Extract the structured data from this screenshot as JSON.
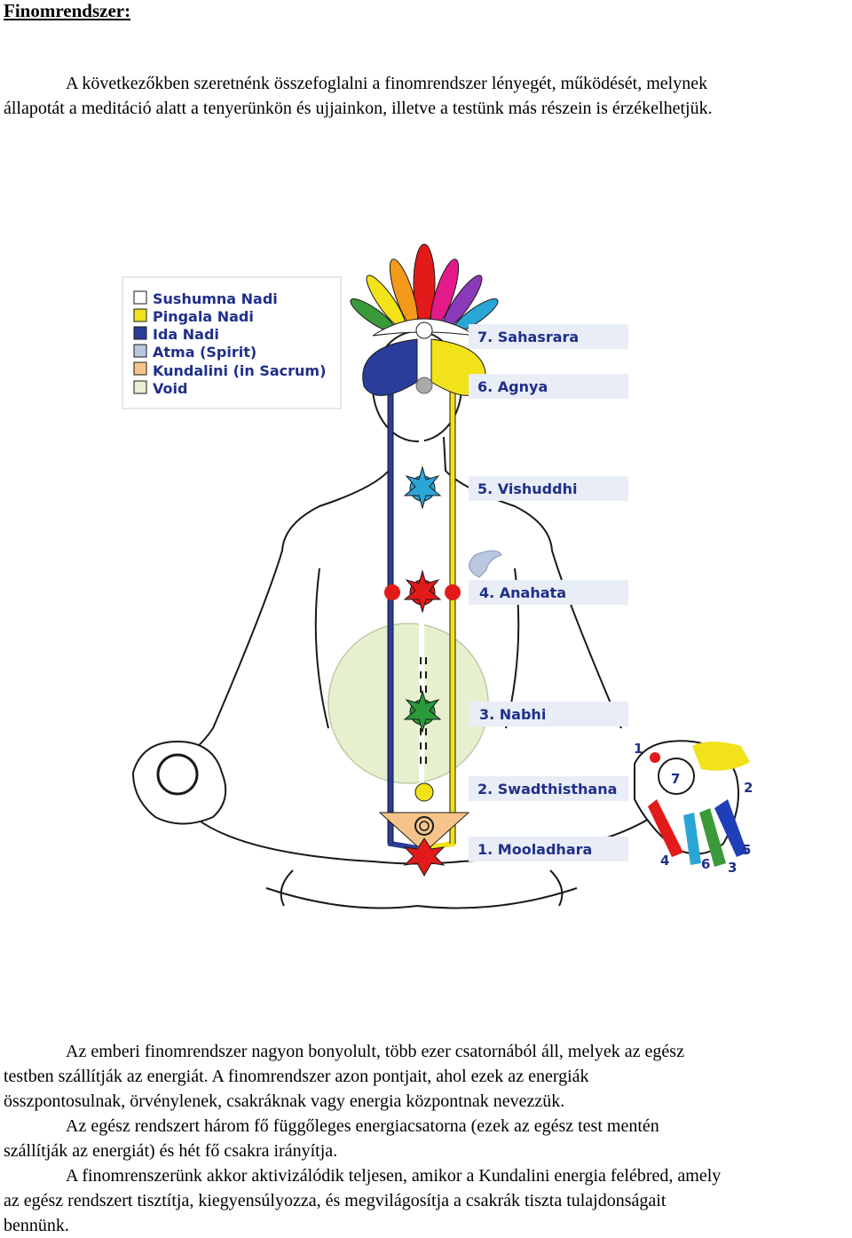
{
  "heading": "Finomrendszer:",
  "intro": {
    "lines": [
      "A következőkben szeretnénk összefoglalni a finomrendszer lényegét, működését, melynek",
      "állapotát a meditáció alatt a tenyerünkön és ujjainkon, illetve a testünk más részein is érzékelhetjük."
    ]
  },
  "legend": {
    "items": [
      {
        "label": "Sushumna Nadi",
        "color": "#ffffff"
      },
      {
        "label": "Pingala Nadi",
        "color": "#f2e21a"
      },
      {
        "label": "Ida Nadi",
        "color": "#2a3d9a"
      },
      {
        "label": "Atma (Spirit)",
        "color": "#b9c7df"
      },
      {
        "label": "Kundalini (in Sacrum)",
        "color": "#f6c48a"
      },
      {
        "label": "Void",
        "color": "#e6f0cf"
      }
    ]
  },
  "chakras": [
    {
      "label": "7. Sahasrara"
    },
    {
      "label": "6. Agnya"
    },
    {
      "label": "5. Vishuddhi"
    },
    {
      "label": "4. Anahata"
    },
    {
      "label": "3. Nabhi"
    },
    {
      "label": "2. Swadthisthana"
    },
    {
      "label": "1. Mooladhara"
    }
  ],
  "finger_numbers": {
    "palm": "7",
    "n1": "1",
    "n2": "2",
    "n3": "3",
    "n4": "4",
    "n5": "5",
    "n6": "6"
  },
  "body_text": {
    "paragraphs": [
      {
        "lines": [
          "Az emberi finomrendszer nagyon bonyolult, több ezer csatornából áll, melyek az egész",
          "testben szállítják az energiát. A finomrendszer azon pontjait, ahol ezek az energiák",
          "összpontosulnak, örvénylenek, csakráknak vagy energia központnak nevezzük."
        ]
      },
      {
        "lines": [
          "Az egész rendszert három fő függőleges energiacsatorna (ezek az egész test mentén",
          "szállítják az energiát) és hét fő csakra irányítja."
        ]
      },
      {
        "lines": [
          "A finomrenszerünk akkor aktivizálódik teljesen, amikor a Kundalini energia felébred, amely",
          "az egész rendszert tisztítja, kiegyensúlyozza, és megvilágosítja a csakrák tiszta tulajdonságait",
          "bennünk."
        ]
      }
    ]
  }
}
